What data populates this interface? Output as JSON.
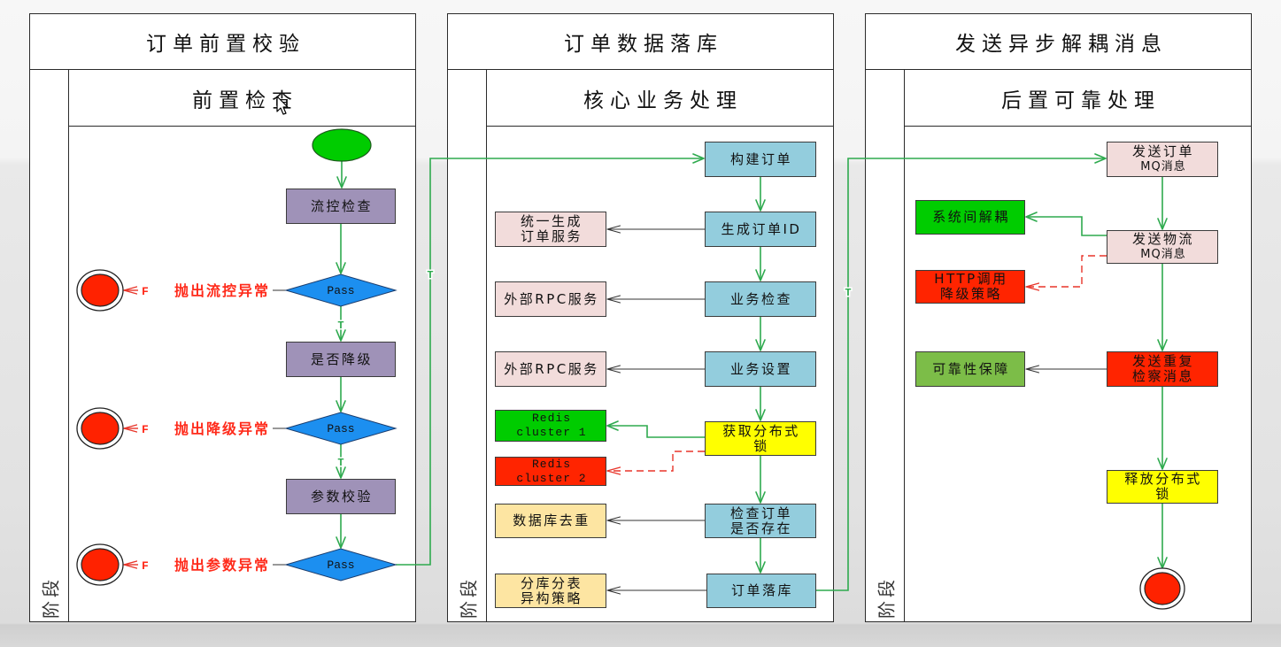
{
  "colors": {
    "flow_line": "#2eaa4e",
    "error_text": "#ff2a1a",
    "fallback_line": "#e8352a",
    "start_fill": "#00cc00",
    "end_fill": "#ff2200",
    "decision_fill": "#1c8ff0",
    "check_step": "#9f92b8",
    "core_step": "#93cddd",
    "service": "#f2dcdb",
    "success": "#00cc00",
    "fallback": "#ff2400",
    "lock": "#ffff00",
    "storage": "#fde5a2",
    "reliability": "#7cbd48"
  },
  "lanes": [
    {
      "title": "订单前置校验",
      "subtitle": "前置检查",
      "stage": "阶段"
    },
    {
      "title": "订单数据落库",
      "subtitle": "核心业务处理",
      "stage": "阶段"
    },
    {
      "title": "发送异步解耦消息",
      "subtitle": "后置可靠处理",
      "stage": "阶段"
    }
  ],
  "precheck": {
    "steps": [
      "流控检查",
      "是否降级",
      "参数校验"
    ],
    "decisions": [
      {
        "label": "Pass",
        "true_label": "T",
        "false_label": "F",
        "error": "抛出流控异常"
      },
      {
        "label": "Pass",
        "true_label": "T",
        "false_label": "F",
        "error": "抛出降级异常"
      },
      {
        "label": "Pass",
        "true_label": "T",
        "false_label": "F",
        "error": "抛出参数异常"
      }
    ]
  },
  "core": {
    "steps": [
      [
        "构建订单"
      ],
      [
        "生成订单ID"
      ],
      [
        "业务检查"
      ],
      [
        "业务设置"
      ],
      [
        "获取分布式",
        "锁"
      ],
      [
        "检查订单",
        "是否存在"
      ],
      [
        "订单落库"
      ]
    ],
    "dependencies": [
      [
        "统一生成",
        "订单服务"
      ],
      [
        "外部RPC服务"
      ],
      [
        "外部RPC服务"
      ],
      [
        "Redis",
        "cluster 1"
      ],
      [
        "Redis",
        "cluster 2"
      ],
      [
        "数据库去重"
      ],
      [
        "分库分表",
        "异构策略"
      ]
    ],
    "handoff_label": "T"
  },
  "post": {
    "steps": [
      [
        "发送订单",
        "MQ消息"
      ],
      [
        "发送物流",
        "MQ消息"
      ],
      [
        "发送重复",
        "检察消息"
      ],
      [
        "释放分布式",
        "锁"
      ]
    ],
    "dependencies": [
      [
        "系统间解耦"
      ],
      [
        "HTTP调用",
        "降级策略"
      ],
      [
        "可靠性保障"
      ]
    ]
  }
}
